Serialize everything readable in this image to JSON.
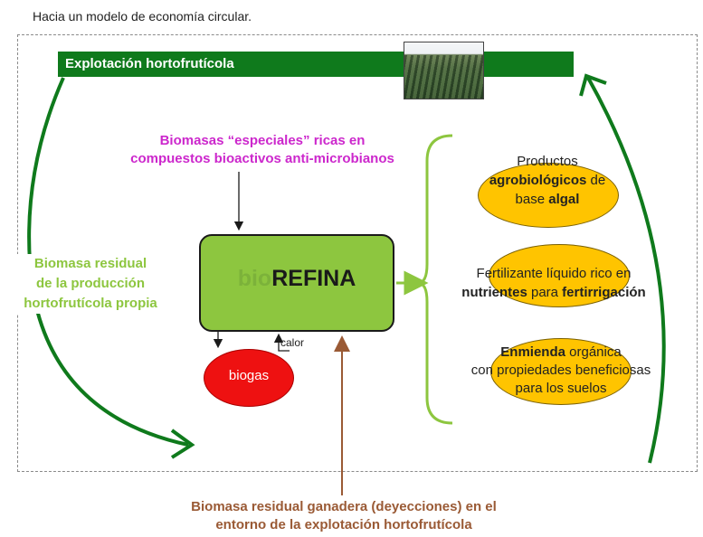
{
  "title": "Hacia un modelo de economía circular.",
  "banner": {
    "label": "Explotación hortofrutícola",
    "photo_icon": "field-photo"
  },
  "inputs": {
    "special_biomass": [
      "Biomasas “especiales” ricas en",
      "compuestos bioactivos anti-microbianos"
    ],
    "residual_own": [
      "Biomasa residual",
      "de la producción",
      "hortofrutícola propia"
    ],
    "livestock": [
      "Biomasa residual ganadera (deyecciones) en el",
      "entorno de la explotación hortofrutícola"
    ]
  },
  "biorefinery": {
    "prefix": "bio",
    "main": "REFINA"
  },
  "biogas": {
    "label": "biogas",
    "heat_label": "calor"
  },
  "products": [
    {
      "line1": "Productos",
      "line2_bold": "agrobiológicos",
      "line2_rest": " de",
      "line3_plain": "base ",
      "line3_bold": "algal"
    },
    {
      "line1": "Fertilizante líquido rico en",
      "line2_bold": "nutrientes",
      "line2_mid": " para ",
      "line2_bold2": "fertirrigación"
    },
    {
      "line1_bold": "Enmienda",
      "line1_rest": " orgánica",
      "line2": "con propiedades beneficiosas",
      "line3": "para los suelos"
    }
  ],
  "colors": {
    "dark_green": "#0f7a1c",
    "light_green": "#8dc63f",
    "magenta": "#cc27cc",
    "brown": "#9a5a35",
    "yellow": "#ffc400",
    "red": "#ee1111"
  }
}
